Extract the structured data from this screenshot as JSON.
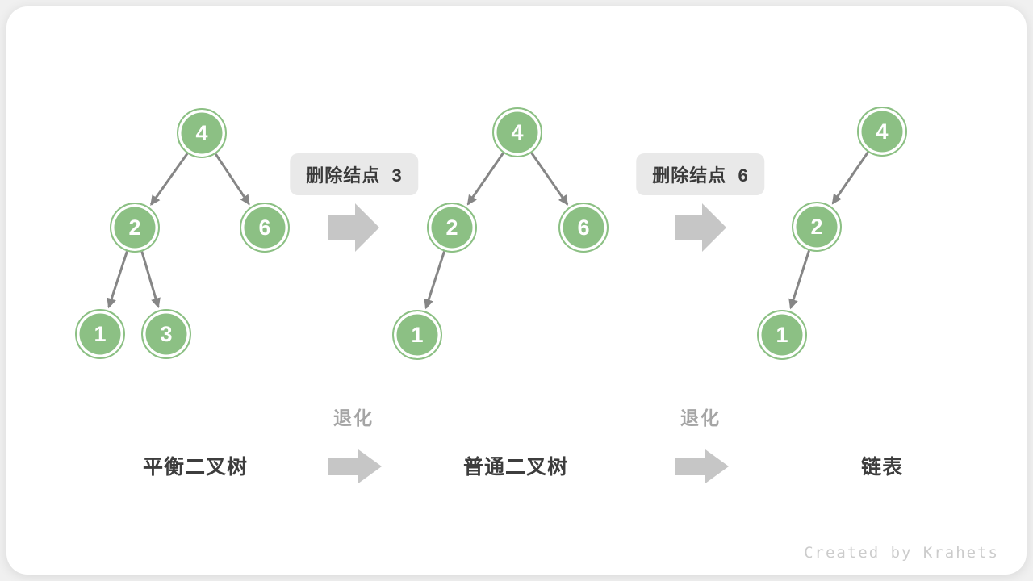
{
  "page": {
    "background_color": "#f0f0f0",
    "card_color": "#ffffff"
  },
  "colors": {
    "node_fill": "#8cc084",
    "node_ring": "#ffffff",
    "node_text": "#ffffff",
    "edge": "#868686",
    "block_arrow": "#c6c6c6",
    "step_box_bg": "#e9e9e9",
    "step_text": "#3a3a3a",
    "degrade_text": "#a5a5a5",
    "tree_name_text": "#3d3d3d",
    "credit_text": "#cccccc"
  },
  "steps": [
    {
      "label": "删除结点  3"
    },
    {
      "label": "删除结点  6"
    }
  ],
  "degrade_label": "退化",
  "trees": [
    {
      "name": "平衡二叉树",
      "nodes": [
        "4",
        "2",
        "6",
        "1",
        "3"
      ],
      "edges": [
        [
          "4",
          "2"
        ],
        [
          "4",
          "6"
        ],
        [
          "2",
          "1"
        ],
        [
          "2",
          "3"
        ]
      ]
    },
    {
      "name": "普通二叉树",
      "nodes": [
        "4",
        "2",
        "6",
        "1"
      ],
      "edges": [
        [
          "4",
          "2"
        ],
        [
          "4",
          "6"
        ],
        [
          "2",
          "1"
        ]
      ]
    },
    {
      "name": "链表",
      "nodes": [
        "4",
        "2",
        "1"
      ],
      "edges": [
        [
          "4",
          "2"
        ],
        [
          "2",
          "1"
        ]
      ]
    }
  ],
  "footer": {
    "credit": "Created by Krahets"
  }
}
